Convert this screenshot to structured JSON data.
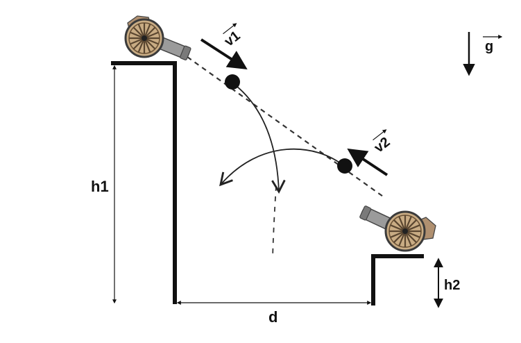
{
  "labels": {
    "h1": "h1",
    "h2": "h2",
    "d": "d",
    "v1": "v1",
    "v2": "v2",
    "g": "g"
  },
  "icons": {
    "left_cannon": "cannon-icon",
    "right_cannon": "cannon-icon",
    "gravity": "arrow-down-icon"
  },
  "colors": {
    "ink": "#111111",
    "dashed": "#333333",
    "wood": "#a08058",
    "metal": "#8a8a8a"
  }
}
